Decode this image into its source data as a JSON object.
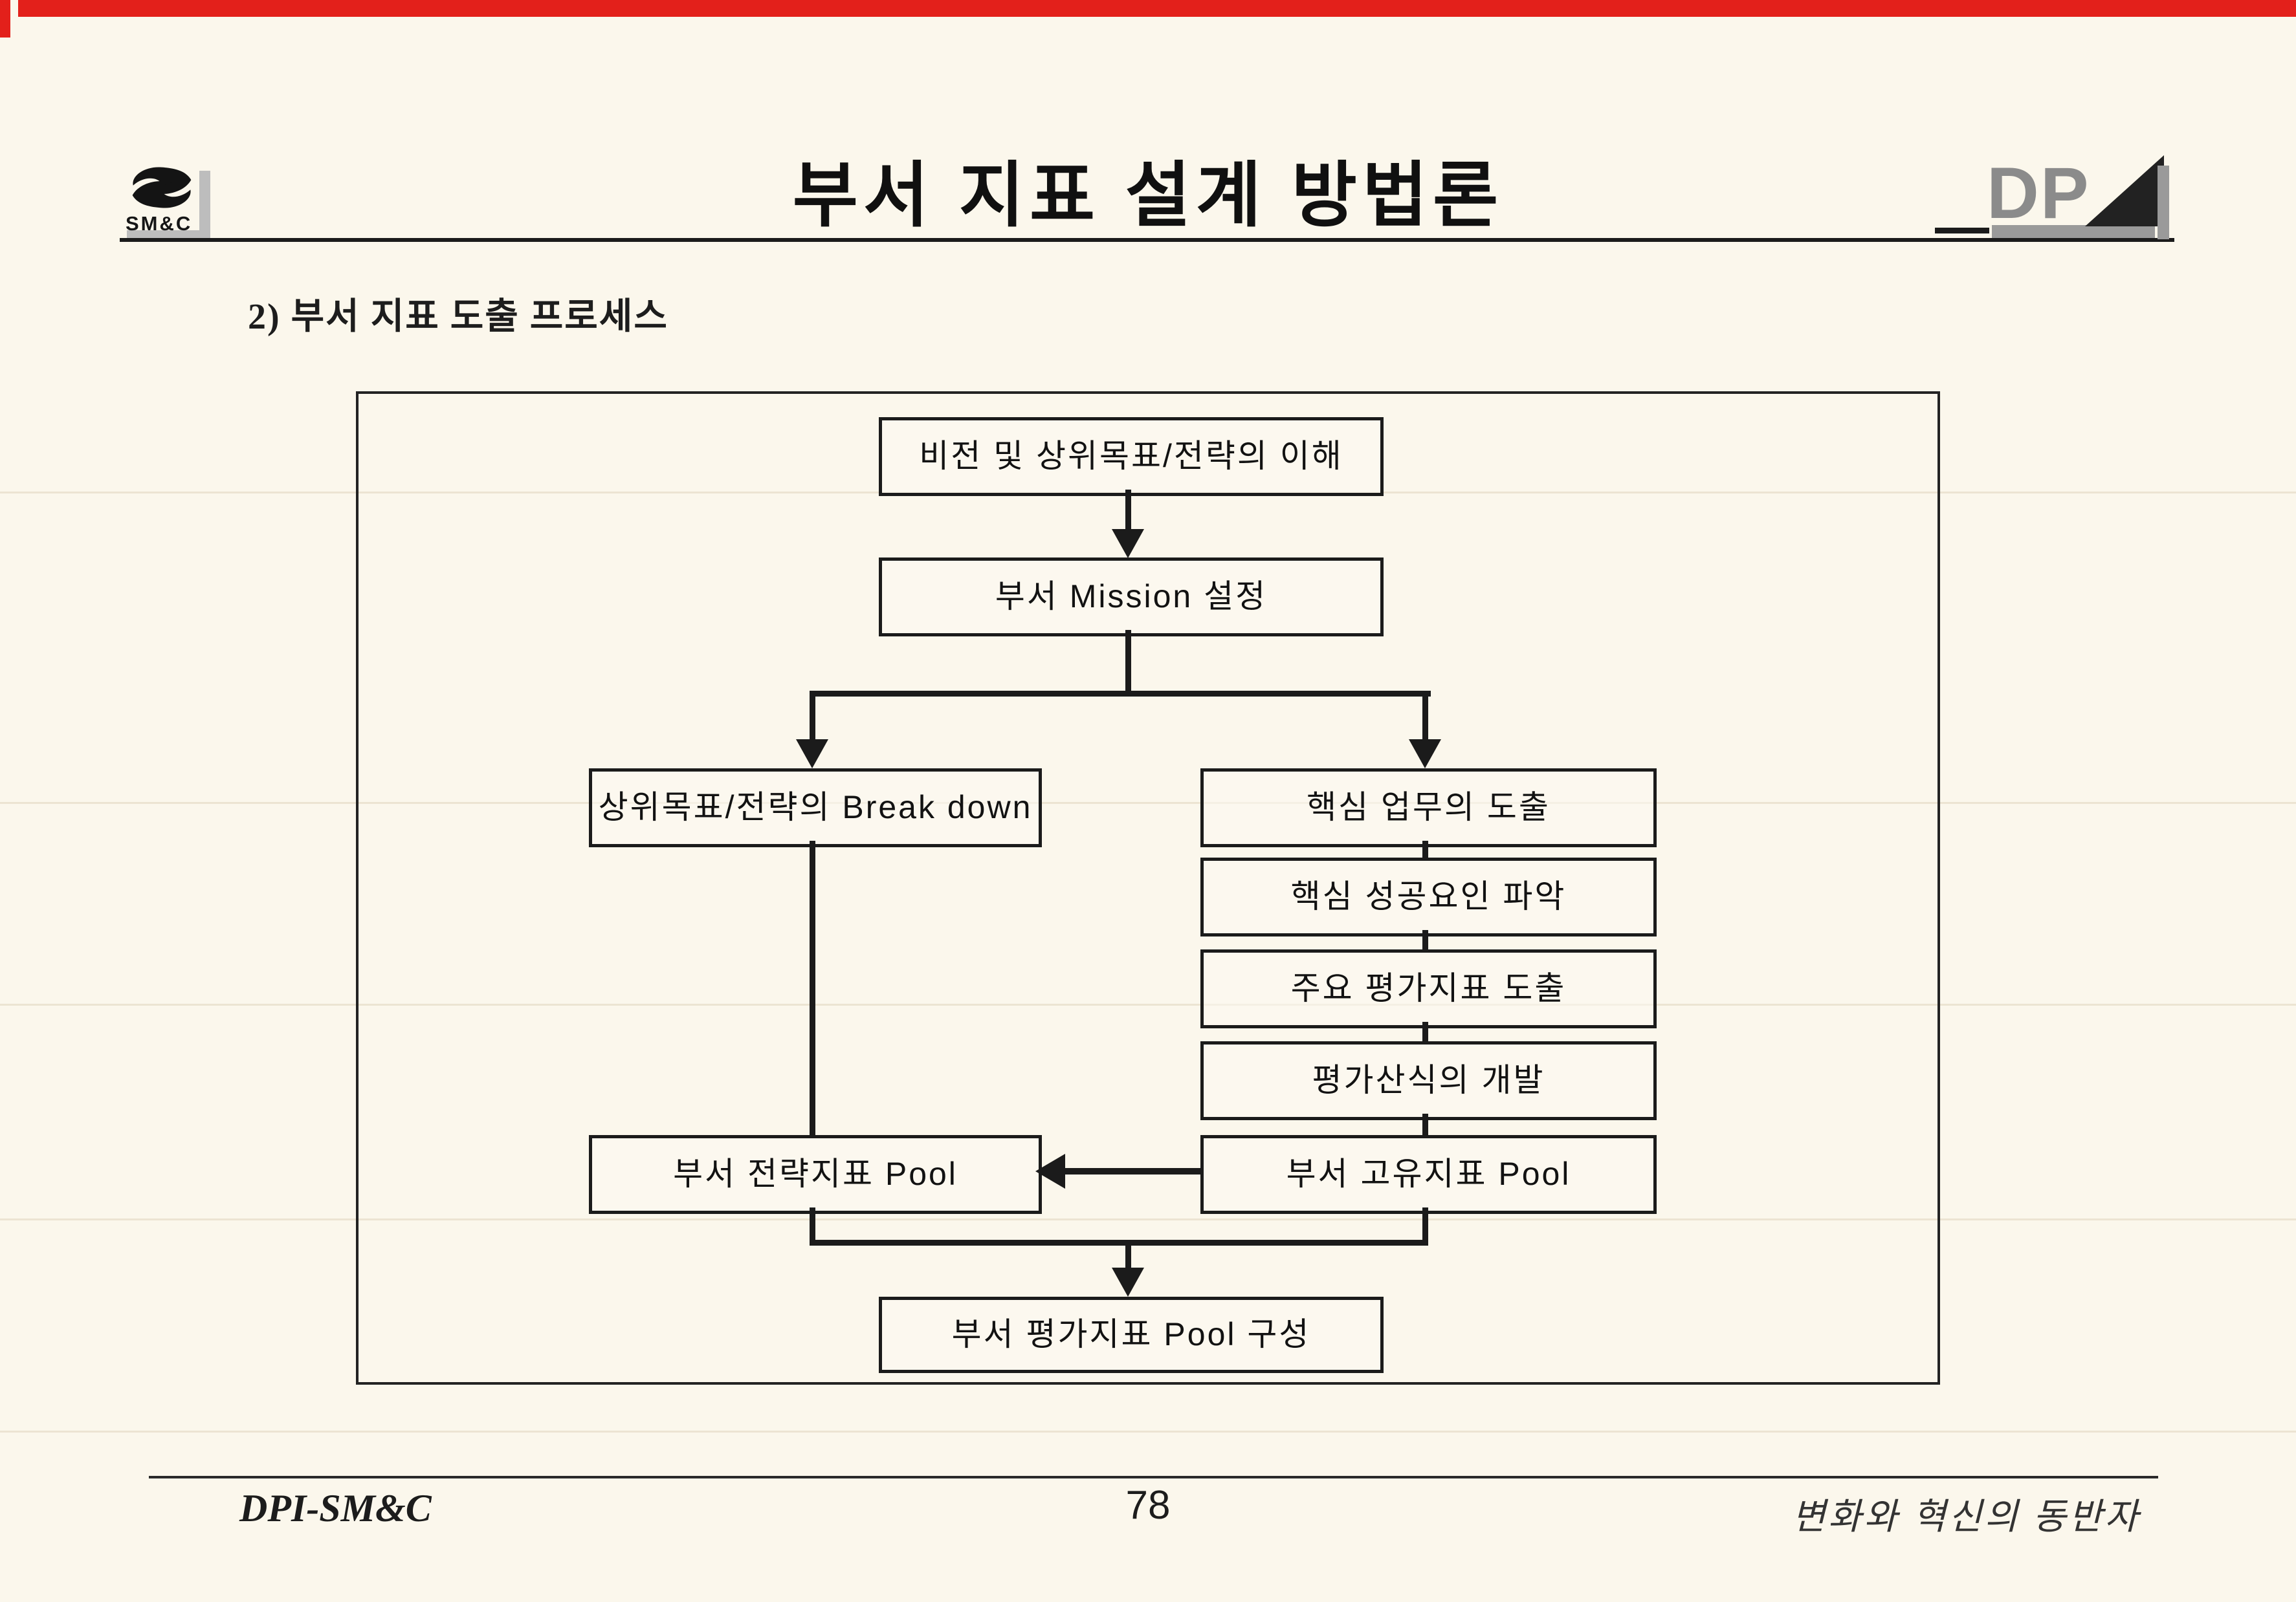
{
  "header": {
    "title": "부서 지표 설계 방법론",
    "left_logo": {
      "text": "SM&C"
    },
    "right_logo": {
      "text": "DP"
    }
  },
  "section": {
    "subtitle": "2) 부서 지표 도출 프로세스"
  },
  "flowchart": {
    "nodes": {
      "vision": "비전 및 상위목표/전략의 이해",
      "mission": "부서 Mission 설정",
      "breakdown": "상위목표/전략의 Break down",
      "core_work": "핵심 업무의 도출",
      "success_factor": "핵심 성공요인 파악",
      "key_indicator": "주요 평가지표 도출",
      "formula": "평가산식의 개발",
      "strategy_pool": "부서 전략지표 Pool",
      "unique_pool": "부서 고유지표 Pool",
      "final_pool": "부서 평가지표 Pool 구성"
    }
  },
  "footer": {
    "left": "DPI-SM&C",
    "page_number": "78",
    "right": "변화와 혁신의 동반자"
  },
  "colors": {
    "accent_red": "#e3201b",
    "line_black": "#1b1b1b",
    "logo_gray": "#9a9a9a",
    "paper": "#fbf7ec"
  }
}
